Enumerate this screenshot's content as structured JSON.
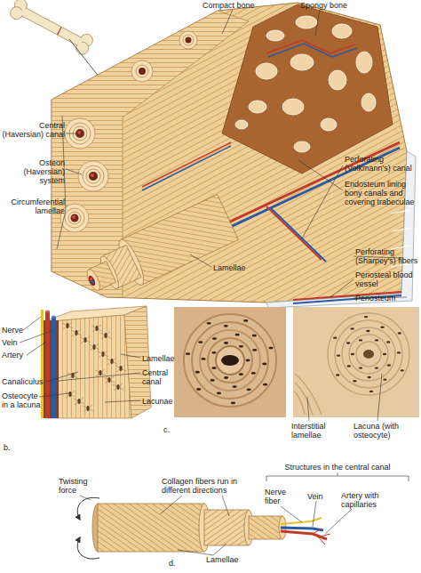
{
  "diagram": {
    "labels": [
      "Compact bone",
      "Spongy bone",
      "Central (Haversian) canal",
      "Osteon (Haversian) system",
      "Circumferential lamellae",
      "Perforating (Volkmann's) canal",
      "Endosteum lining bony canals and covering trabeculae",
      "Lamellae",
      "Perforating (Sharpey's) fibers",
      "Periosteal blood vessel",
      "Periosteum",
      "Nerve",
      "Vein",
      "Artery",
      "Canaliculus",
      "Osteocyte in a lacuna",
      "Lamellae",
      "Central canal",
      "Lacunae",
      "b.",
      "Interstitial lamellae",
      "Lacuna (with osteocyte)",
      "c.",
      "Structures in the central canal",
      "Twisting force",
      "Collagen fibers run in different directions",
      "Nerve fiber",
      "Vein",
      "Artery with capillaries",
      "Lamellae",
      "d."
    ]
  }
}
